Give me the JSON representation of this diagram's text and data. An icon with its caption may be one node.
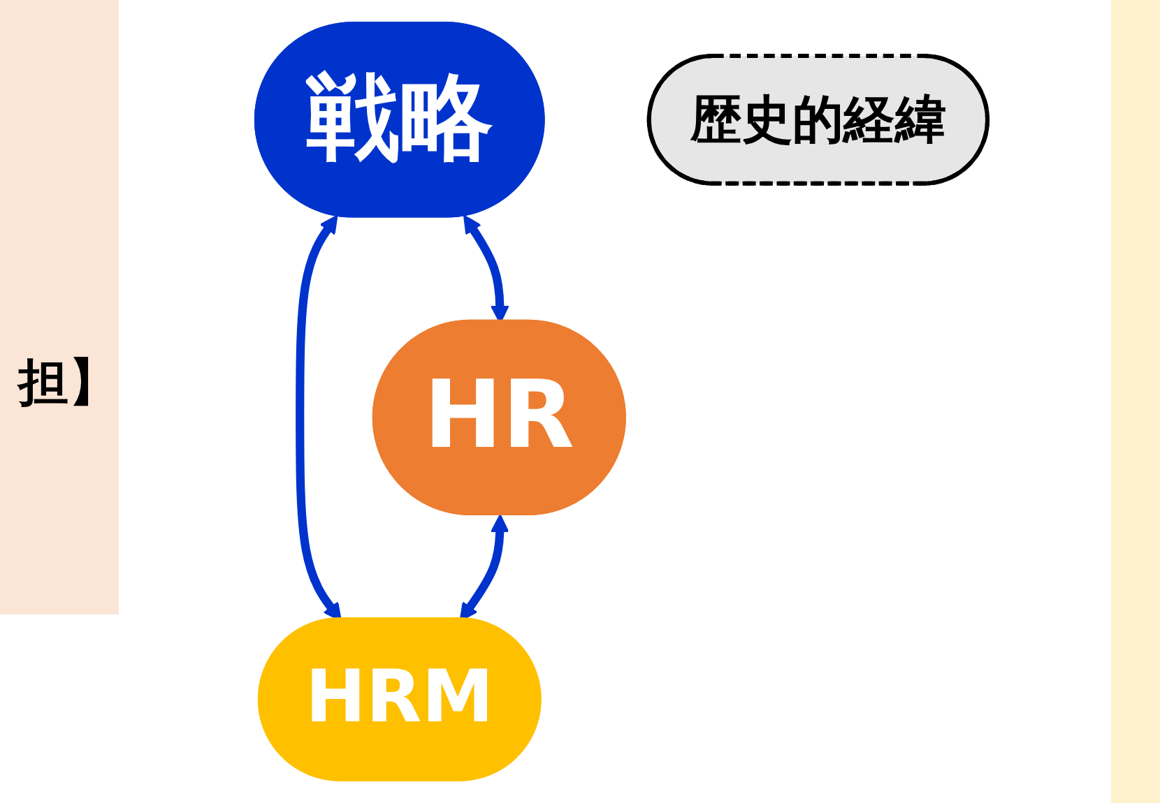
{
  "diagram": {
    "nodes": [
      {
        "text": [
          "戦略"
        ]
      },
      {
        "text": [
          "HR"
        ]
      },
      {
        "text": [
          "HRM"
        ]
      },
      {
        "text": [
          "歴史的経緯"
        ]
      }
    ],
    "edges": [
      {
        "from": 0,
        "to": 1,
        "arrow": "both"
      },
      {
        "from": 0,
        "to": 2,
        "arrow": "both"
      },
      {
        "from": 1,
        "to": 2,
        "arrow": "both"
      }
    ],
    "labels": [
      "担】"
    ]
  }
}
